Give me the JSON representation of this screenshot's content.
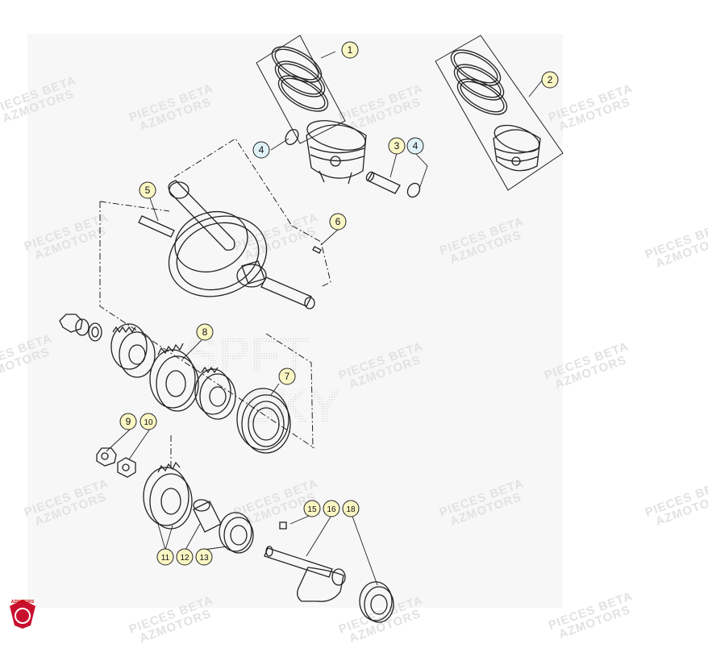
{
  "watermark": {
    "line1": "PIECES BETA",
    "line2": "AZMOTORS"
  },
  "logo": {
    "name": "AZMOTORS"
  },
  "colors": {
    "callout_yellow": "#fbf7c4",
    "callout_blue": "#dff2f7",
    "line": "#222222"
  },
  "callouts": [
    {
      "label": "1",
      "style": "yellow"
    },
    {
      "label": "2",
      "style": "yellow"
    },
    {
      "label": "4",
      "style": "blue"
    },
    {
      "label": "3",
      "style": "yellow"
    },
    {
      "label": "4",
      "style": "blue"
    },
    {
      "label": "5",
      "style": "yellow"
    },
    {
      "label": "6",
      "style": "yellow"
    },
    {
      "label": "8",
      "style": "yellow"
    },
    {
      "label": "7",
      "style": "yellow"
    },
    {
      "label": "9",
      "style": "yellow"
    },
    {
      "label": "10",
      "style": "yellow"
    },
    {
      "label": "15",
      "style": "yellow"
    },
    {
      "label": "16",
      "style": "yellow"
    },
    {
      "label": "18",
      "style": "yellow"
    },
    {
      "label": "11",
      "style": "yellow"
    },
    {
      "label": "12",
      "style": "yellow"
    },
    {
      "label": "13",
      "style": "yellow"
    }
  ]
}
